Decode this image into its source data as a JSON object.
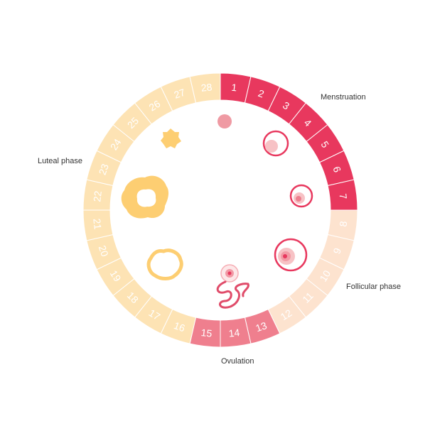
{
  "labels": {
    "menstruation": "Menstruation",
    "luteal": "Luteal phase",
    "follicular": "Follicular phase",
    "ovulation": "Ovulation"
  },
  "days": [
    "1",
    "2",
    "3",
    "4",
    "5",
    "6",
    "7",
    "8",
    "9",
    "10",
    "11",
    "12",
    "13",
    "14",
    "15",
    "16",
    "17",
    "18",
    "19",
    "20",
    "21",
    "22",
    "23",
    "24",
    "25",
    "26",
    "27",
    "28"
  ],
  "day_phases": [
    "menstruation",
    "menstruation",
    "menstruation",
    "menstruation",
    "menstruation",
    "menstruation",
    "menstruation",
    "follicular",
    "follicular",
    "follicular",
    "follicular",
    "follicular",
    "ovulation",
    "ovulation",
    "ovulation",
    "luteal",
    "luteal",
    "luteal",
    "luteal",
    "luteal",
    "luteal",
    "luteal",
    "luteal",
    "luteal",
    "luteal",
    "luteal",
    "luteal",
    "luteal"
  ],
  "colors": {
    "menstruation": "#e8385e",
    "follicular": "#fde3cf",
    "ovulation": "#ef7f8e",
    "luteal": "#fde3b4",
    "follicle_ring": "#e8385e",
    "follicle_fill": "#f7b5b8",
    "corpus": "#fdce72",
    "egg": "#ef9aa3"
  },
  "icons": [
    "egg-dot-icon",
    "primary-follicle-icon",
    "secondary-follicle-icon",
    "mature-follicle-icon",
    "ovulation-icon",
    "corpus-luteum-icon",
    "corpus-albicans-icon",
    "small-corpus-icon"
  ]
}
